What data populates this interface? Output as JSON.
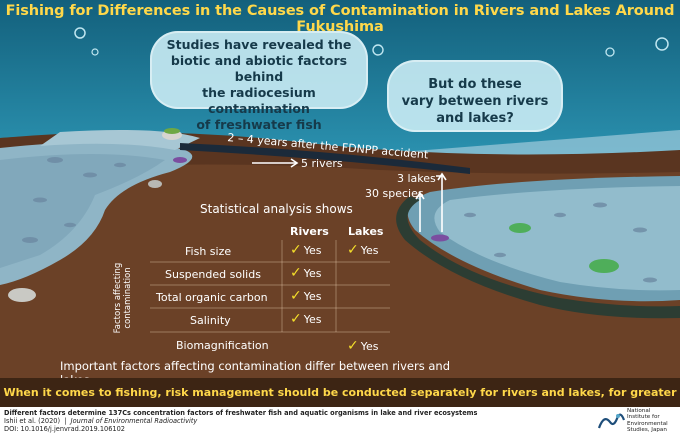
{
  "title": "Fishing for Differences in the Causes of Contamination in Rivers and Lakes Around Fukushima",
  "bubble_left": [
    "Studies have revealed the",
    "biotic and abiotic factors behind",
    "the radiocesium contamination",
    "of freshwater fish"
  ],
  "bubble_right": [
    "But do these",
    "vary between rivers",
    "and lakes?"
  ],
  "timeline": "2 – 4 years after the FDNPP accident",
  "sample_rivers": "5 rivers",
  "sample_lakes": "3 lakes",
  "sample_species": "30 species",
  "table": {
    "heading": "Statistical analysis shows",
    "col_rivers": "Rivers",
    "col_lakes": "Lakes",
    "side_label": [
      "Factors affecting",
      "contamination"
    ],
    "rows": [
      {
        "factor": "Fish size",
        "rivers": "Yes",
        "lakes": "Yes"
      },
      {
        "factor": "Suspended solids",
        "rivers": "Yes",
        "lakes": ""
      },
      {
        "factor": "Total organic carbon",
        "rivers": "Yes",
        "lakes": ""
      },
      {
        "factor": "Salinity",
        "rivers": "Yes",
        "lakes": ""
      },
      {
        "factor": "Biomagnification",
        "rivers": "",
        "lakes": "Yes"
      }
    ],
    "conclusion": "Important factors affecting contamination differ between rivers and lakes"
  },
  "banner": "When it comes to fishing, risk management should be conducted separately for rivers and lakes, for greater accuracy",
  "footer": {
    "article_title": "Different factors determine 137Cs concentration factors of freshwater fish and aquatic organisms in lake and river ecosystems",
    "authors": "Ishii et al. (2020)",
    "journal": "Journal of Environmental Radioactivity",
    "doi": "DOI: 10.1016/j.jenvrad.2019.106102",
    "institute": [
      "National",
      "Institute for",
      "Environmental",
      "Studies, Japan"
    ]
  },
  "colors": {
    "title": "#ffd84a",
    "check": "#f4df2a",
    "banner_bg": "#3d2514",
    "soil": "#6b4127"
  },
  "icons": [
    "tick-icon",
    "arrow-right-icon",
    "arrow-up-icon",
    "fish-icon",
    "lily-pad-icon",
    "bubble-icon",
    "nies-logo-icon"
  ]
}
